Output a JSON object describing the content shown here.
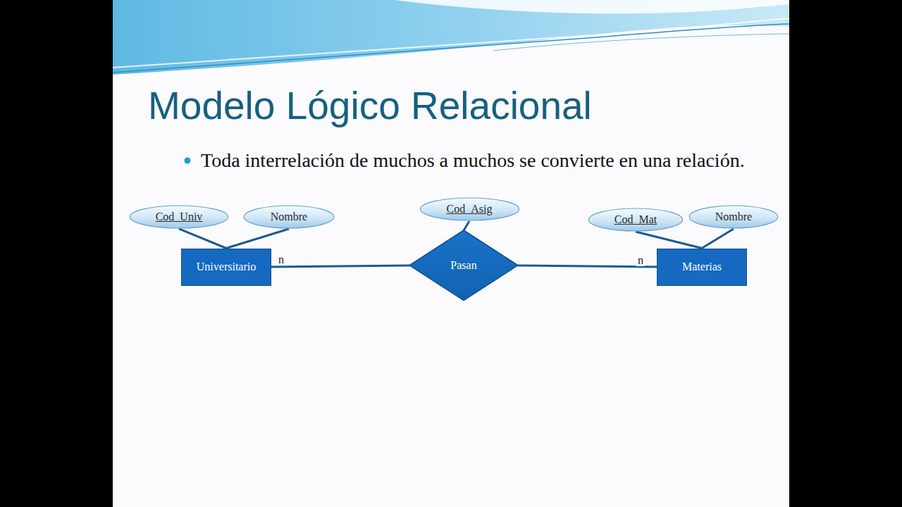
{
  "diagram": {
    "title": "Modelo Lógico Relacional",
    "nodes": [
      {
        "text": [
          "Cod_Univ"
        ]
      },
      {
        "text": [
          "Nombre"
        ]
      },
      {
        "text": [
          "Cod_Asig"
        ]
      },
      {
        "text": [
          "Cod_Mat"
        ]
      },
      {
        "text": [
          "Nombre"
        ]
      },
      {
        "text": [
          "Universitario"
        ]
      },
      {
        "text": [
          "Pasan"
        ]
      },
      {
        "text": [
          "Materias"
        ]
      }
    ],
    "edges": [
      {
        "from": 0,
        "to": 5,
        "arrow": "none"
      },
      {
        "from": 1,
        "to": 5,
        "arrow": "none"
      },
      {
        "from": 2,
        "to": 6,
        "arrow": "none"
      },
      {
        "from": 3,
        "to": 7,
        "arrow": "none"
      },
      {
        "from": 4,
        "to": 7,
        "arrow": "none"
      },
      {
        "from": 5,
        "to": 6,
        "label": "n",
        "arrow": "none"
      },
      {
        "from": 6,
        "to": 7,
        "label": "n",
        "arrow": "none"
      }
    ],
    "labels": [
      "Toda interrelación de muchos a muchos se convierte en una relación."
    ]
  }
}
